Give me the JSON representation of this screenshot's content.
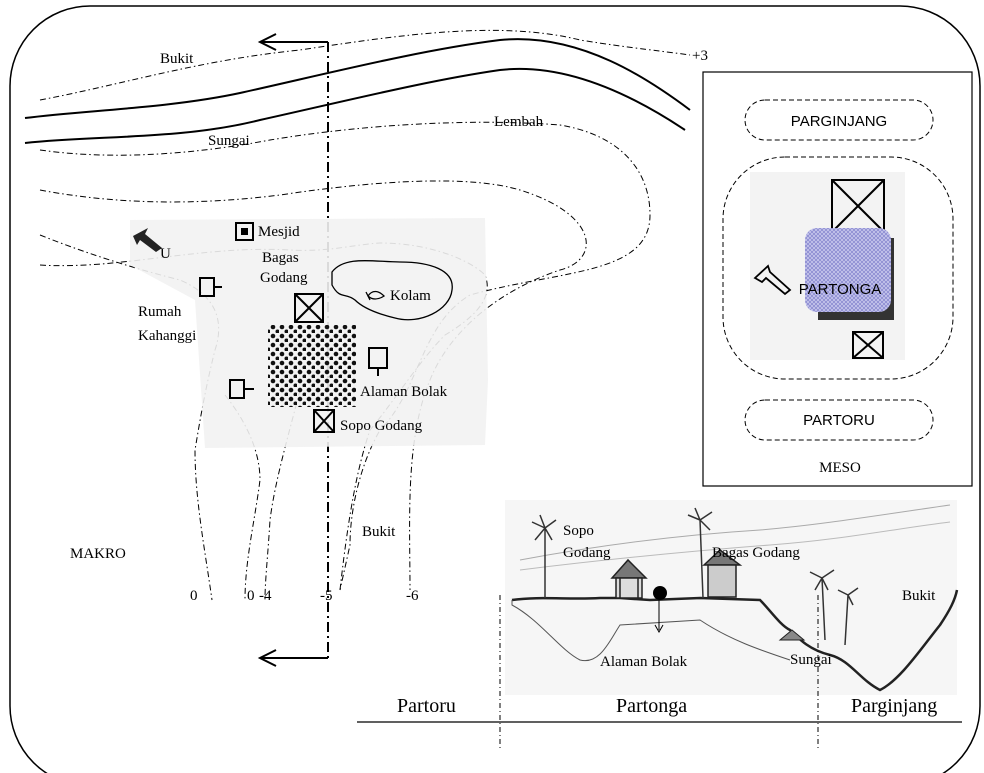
{
  "makro": {
    "title": "MAKRO",
    "labels": {
      "bukit_top": "Bukit",
      "sungai": "Sungai",
      "lembah": "Lembah",
      "plus3": "+3",
      "bukit_mid": "Bukit"
    },
    "contours": [
      "0",
      "0",
      "-4",
      "-5",
      "-6"
    ],
    "map": {
      "north": "U",
      "mesjid": "Mesjid",
      "bagas_godang": "Bagas Godang",
      "kolam": "Kolam",
      "rumah_kahanggi": "Rumah Kahanggi",
      "alaman_bolak": "Alaman Bolak",
      "sopo_godang": "Sopo Godang"
    }
  },
  "meso": {
    "title": "MESO",
    "zones": [
      "PARGINJANG",
      "PARTONGA",
      "PARTORU"
    ]
  },
  "section": {
    "labels": {
      "sopo_godang": "Sopo Godang",
      "bagas_godang": "Bagas Godang",
      "bukit": "Bukit",
      "alaman_bolak": "Alaman Bolak",
      "sungai": "Sungai"
    },
    "zones": [
      "Partoru",
      "Partonga",
      "Parginjang"
    ]
  }
}
